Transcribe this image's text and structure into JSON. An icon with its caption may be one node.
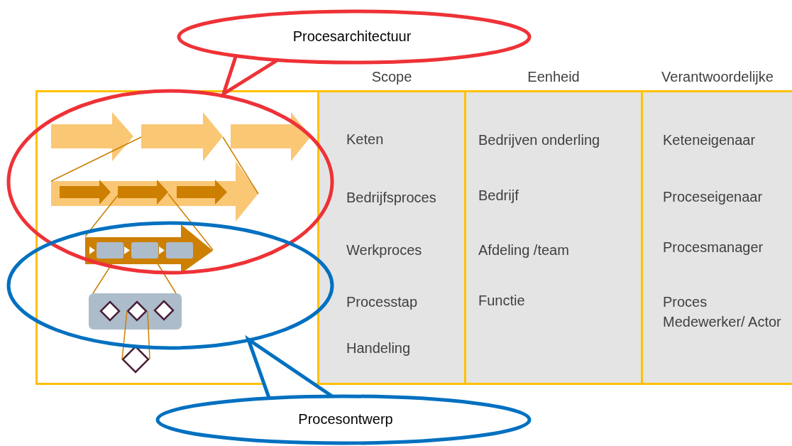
{
  "diagram": {
    "nodes": [
      {
        "text": [
          "Procesarchitectuur"
        ]
      },
      {
        "text": [],
        "shape": "box"
      },
      {
        "text": [
          "Scope",
          "Keten",
          "Bedrijfsproces",
          "Werkproces",
          "Processtap",
          "Handeling"
        ]
      },
      {
        "text": [
          "Eenheid",
          "Bedrijven onderling",
          "Bedrijf",
          "Afdeling /team",
          "Functie"
        ]
      },
      {
        "text": [
          "Verantwoordelijke",
          "Keteneigenaar",
          "Proceseigenaar",
          "Procesmanager",
          "Proces Medewerker/ Actor"
        ]
      },
      {
        "text": [
          "Procesontwerp"
        ]
      }
    ]
  }
}
